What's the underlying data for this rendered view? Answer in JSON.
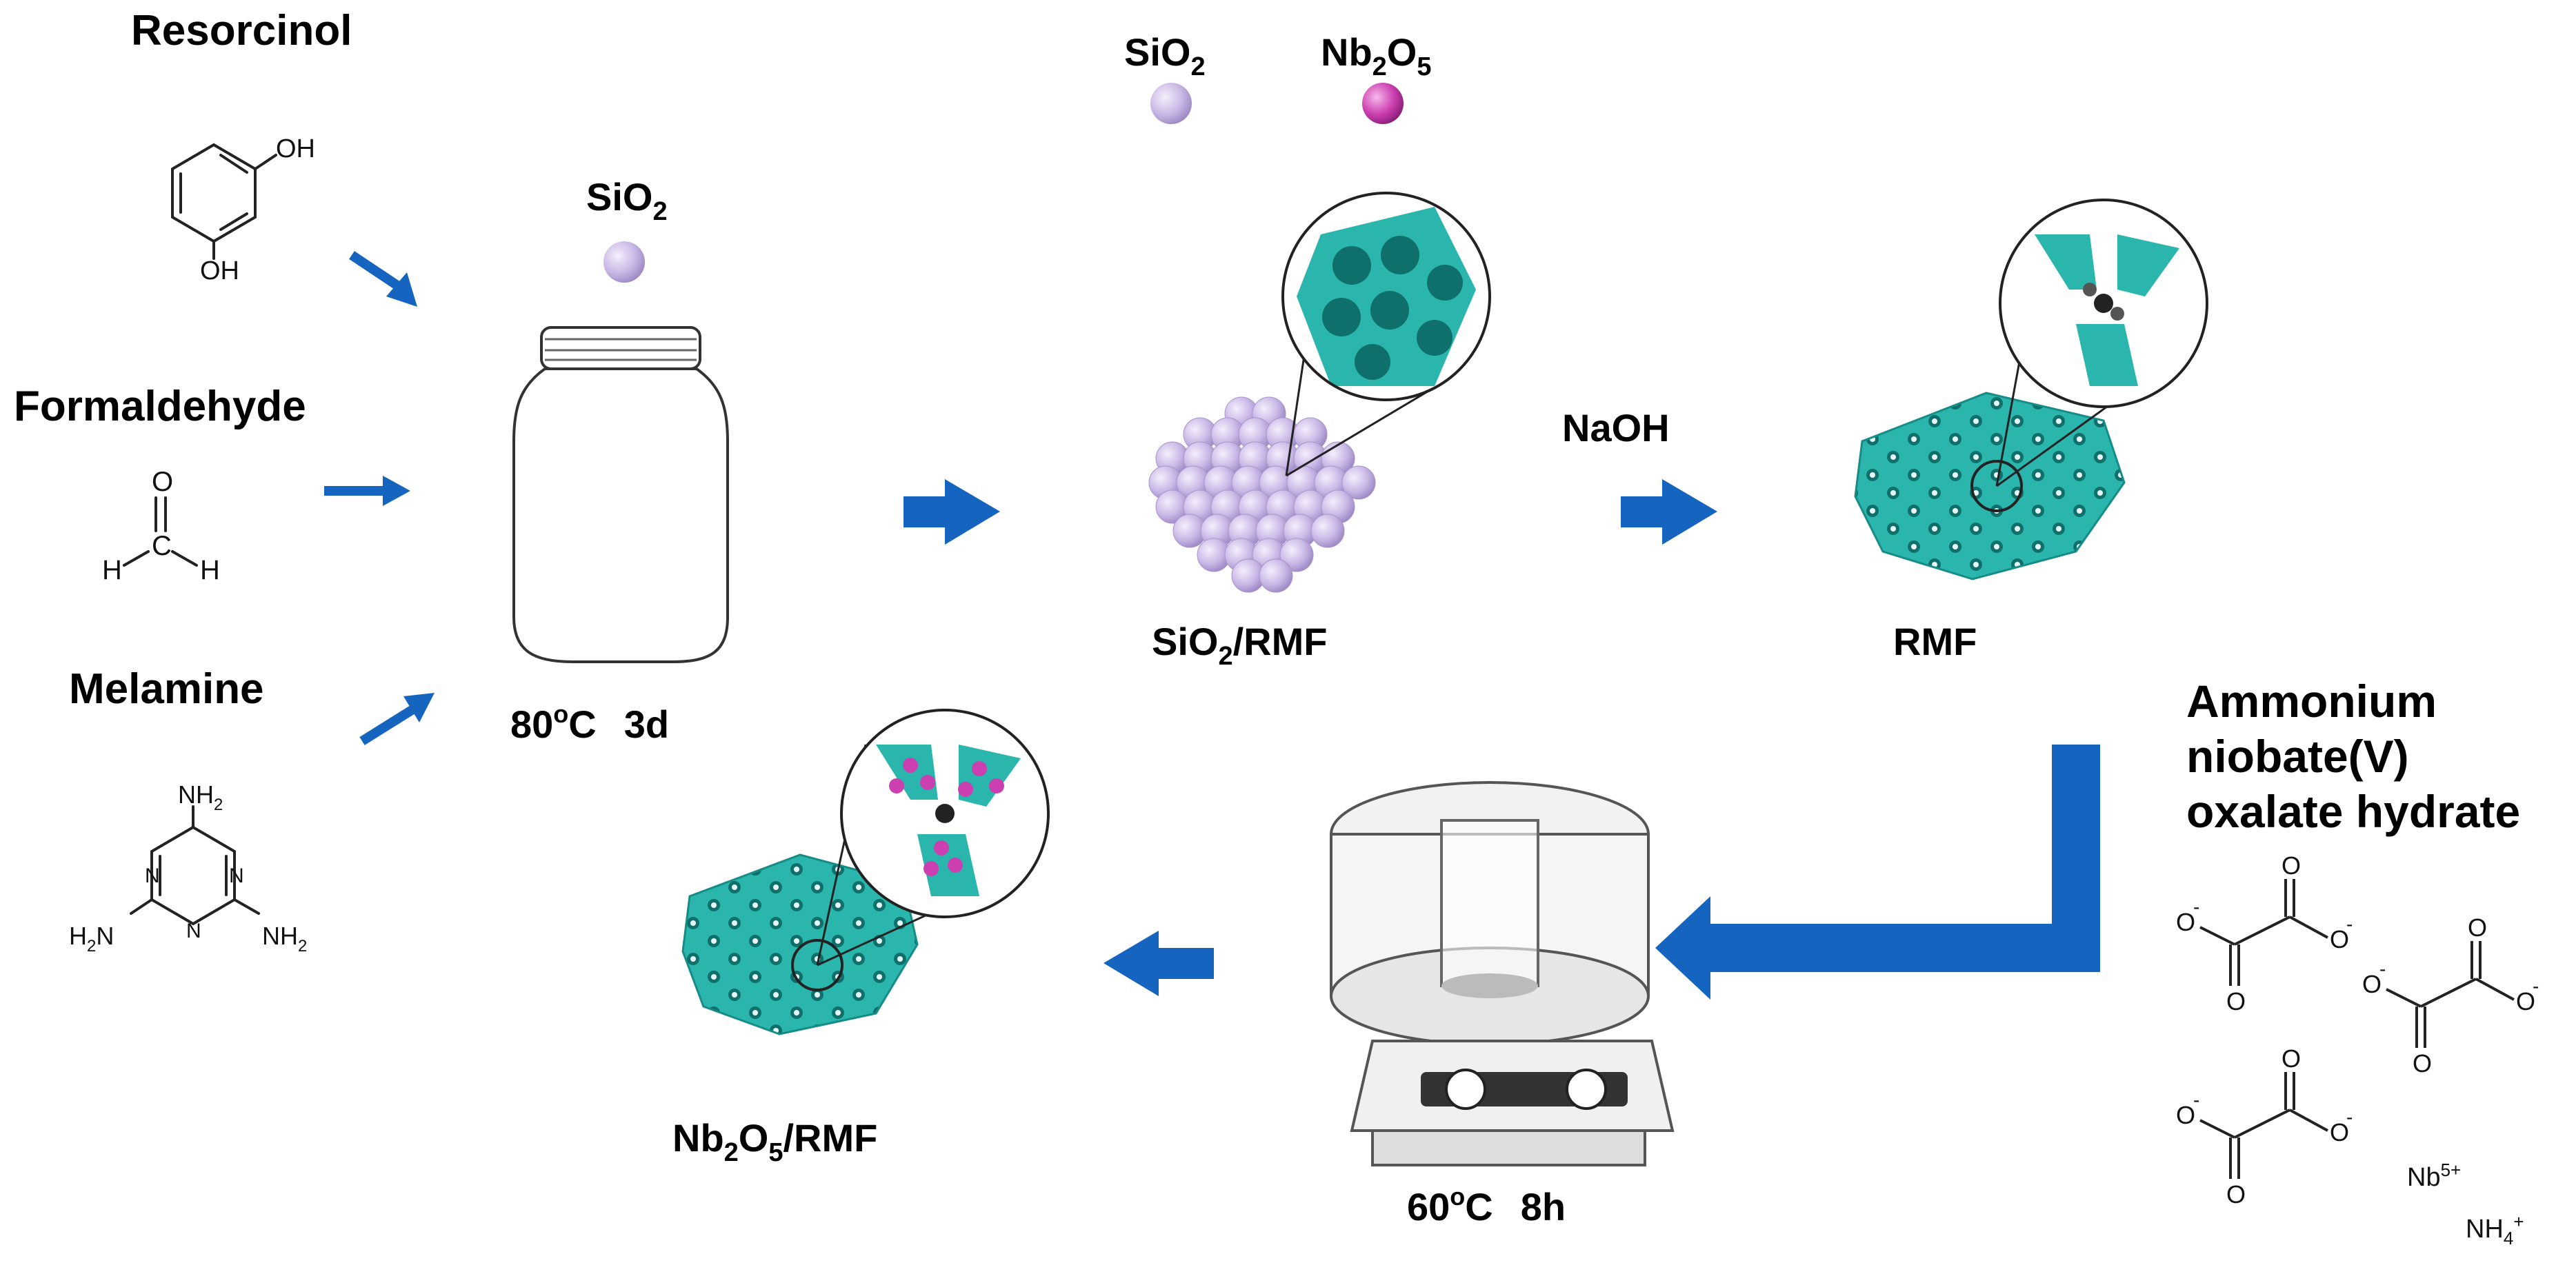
{
  "reactants": {
    "resorcinol": {
      "name": "Resorcinol",
      "oh_top": "OH",
      "oh_bottom": "OH"
    },
    "formaldehyde": {
      "name": "Formaldehyde",
      "o": "O",
      "c": "C",
      "h_left": "H",
      "h_right": "H"
    },
    "melamine": {
      "name": "Melamine",
      "nh2_top": "NH",
      "nh2_top_sub": "2",
      "h2n_left": "H",
      "h2n_left_sub": "2",
      "h2n_left_n": "N",
      "nh2_right": "NH",
      "nh2_right_sub": "2",
      "ring_n": "N"
    }
  },
  "step1": {
    "template": {
      "main": "SiO",
      "sub": "2"
    },
    "condition": {
      "temp": "80",
      "deg": "o",
      "unit": "C",
      "time": "3d"
    }
  },
  "step2": {
    "legend": [
      {
        "main": "SiO",
        "sub": "2",
        "sub2": "",
        "tail": "",
        "color": "#c9b7e6"
      },
      {
        "main": "Nb",
        "sub": "2",
        "mid": "O",
        "sub2": "5",
        "color": "#cc3fb0"
      }
    ],
    "composite": {
      "main": "SiO",
      "sub": "2",
      "tail": "/RMF"
    }
  },
  "step3": {
    "reagent": "NaOH",
    "product": "RMF"
  },
  "step4": {
    "precursor_line1": "Ammonium",
    "precursor_line2": "niobate(V)",
    "precursor_line3": "oxalate hydrate",
    "ox_minus": "-",
    "ox_o": "O",
    "nb": "Nb",
    "nb_charge": "5+",
    "nh4": "NH",
    "nh4_sub": "4",
    "nh4_charge": "+",
    "condition": {
      "temp": "60",
      "deg": "o",
      "unit": "C",
      "time": "8h"
    }
  },
  "final": {
    "nb": "Nb",
    "sub1": "2",
    "o": "O",
    "sub2": "5",
    "tail": "/RMF"
  },
  "colors": {
    "arrow": "#1565c0",
    "framework": "#2ab5ad",
    "silica": "#c9b7e6",
    "niobia": "#cc3fb0"
  }
}
